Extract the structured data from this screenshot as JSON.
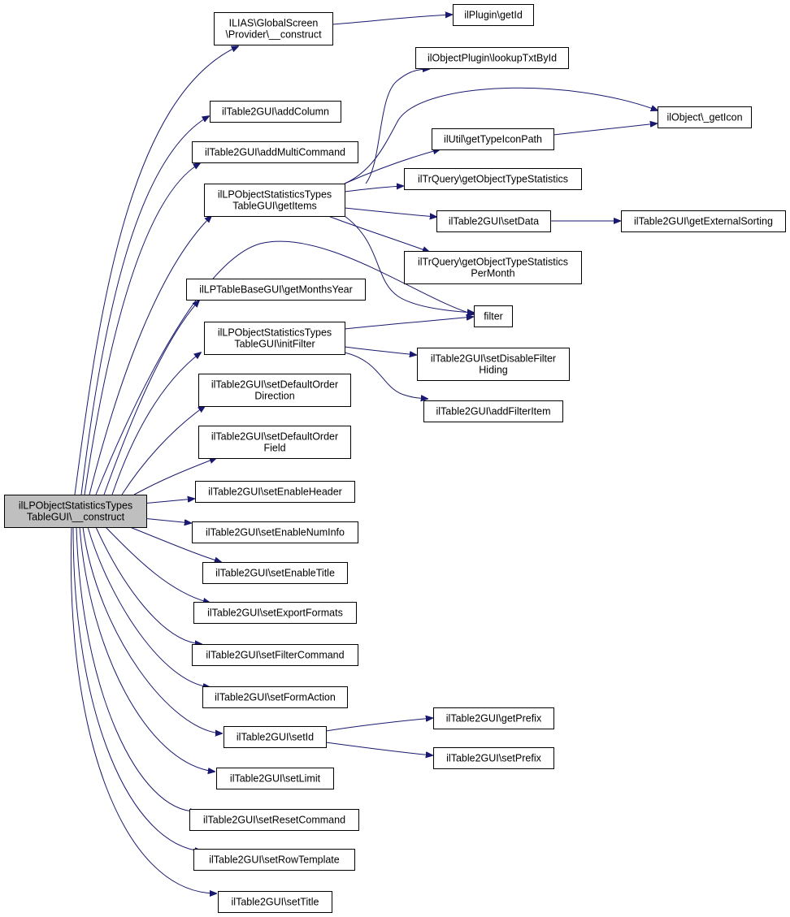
{
  "nodes": [
    {
      "id": "root",
      "lines": [
        "ilLPObjectStatisticsTypes",
        "TableGUI\\__construct"
      ],
      "root": true
    },
    {
      "id": "gs",
      "lines": [
        "ILIAS\\GlobalScreen",
        "\\Provider\\__construct"
      ]
    },
    {
      "id": "plugin",
      "lines": [
        "ilPlugin\\getId"
      ]
    },
    {
      "id": "lookup",
      "lines": [
        "ilObjectPlugin\\lookupTxtById"
      ]
    },
    {
      "id": "geticon",
      "lines": [
        "ilObject\\_getIcon"
      ]
    },
    {
      "id": "addcol",
      "lines": [
        "ilTable2GUI\\addColumn"
      ]
    },
    {
      "id": "addmulti",
      "lines": [
        "ilTable2GUI\\addMultiCommand"
      ]
    },
    {
      "id": "util",
      "lines": [
        "ilUtil\\getTypeIconPath"
      ]
    },
    {
      "id": "getitems",
      "lines": [
        "ilLPObjectStatisticsTypes",
        "TableGUI\\getItems"
      ]
    },
    {
      "id": "trq",
      "lines": [
        "ilTrQuery\\getObjectTypeStatistics"
      ]
    },
    {
      "id": "setdata",
      "lines": [
        "ilTable2GUI\\setData"
      ]
    },
    {
      "id": "extsort",
      "lines": [
        "ilTable2GUI\\getExternalSorting"
      ]
    },
    {
      "id": "trqpm",
      "lines": [
        "ilTrQuery\\getObjectTypeStatistics",
        "PerMonth"
      ]
    },
    {
      "id": "months",
      "lines": [
        "ilLPTableBaseGUI\\getMonthsYear"
      ]
    },
    {
      "id": "filter",
      "lines": [
        "filter"
      ]
    },
    {
      "id": "initfilter",
      "lines": [
        "ilLPObjectStatisticsTypes",
        "TableGUI\\initFilter"
      ]
    },
    {
      "id": "disfilter",
      "lines": [
        "ilTable2GUI\\setDisableFilter",
        "Hiding"
      ]
    },
    {
      "id": "addfilter",
      "lines": [
        "ilTable2GUI\\addFilterItem"
      ]
    },
    {
      "id": "defdir",
      "lines": [
        "ilTable2GUI\\setDefaultOrder",
        "Direction"
      ]
    },
    {
      "id": "deffield",
      "lines": [
        "ilTable2GUI\\setDefaultOrder",
        "Field"
      ]
    },
    {
      "id": "header",
      "lines": [
        "ilTable2GUI\\setEnableHeader"
      ]
    },
    {
      "id": "numinfo",
      "lines": [
        "ilTable2GUI\\setEnableNumInfo"
      ]
    },
    {
      "id": "title",
      "lines": [
        "ilTable2GUI\\setEnableTitle"
      ]
    },
    {
      "id": "export",
      "lines": [
        "ilTable2GUI\\setExportFormats"
      ]
    },
    {
      "id": "filtercmd",
      "lines": [
        "ilTable2GUI\\setFilterCommand"
      ]
    },
    {
      "id": "formaction",
      "lines": [
        "ilTable2GUI\\setFormAction"
      ]
    },
    {
      "id": "setid",
      "lines": [
        "ilTable2GUI\\setId"
      ]
    },
    {
      "id": "getprefix",
      "lines": [
        "ilTable2GUI\\getPrefix"
      ]
    },
    {
      "id": "setprefix",
      "lines": [
        "ilTable2GUI\\setPrefix"
      ]
    },
    {
      "id": "limit",
      "lines": [
        "ilTable2GUI\\setLimit"
      ]
    },
    {
      "id": "reset",
      "lines": [
        "ilTable2GUI\\setResetCommand"
      ]
    },
    {
      "id": "rowtpl",
      "lines": [
        "ilTable2GUI\\setRowTemplate"
      ]
    },
    {
      "id": "settitle",
      "lines": [
        "ilTable2GUI\\setTitle"
      ]
    }
  ],
  "edges": [
    [
      "root",
      "gs"
    ],
    [
      "gs",
      "plugin"
    ],
    [
      "root",
      "addcol"
    ],
    [
      "root",
      "addmulti"
    ],
    [
      "root",
      "getitems"
    ],
    [
      "getitems",
      "lookup"
    ],
    [
      "getitems",
      "geticon"
    ],
    [
      "getitems",
      "util"
    ],
    [
      "getitems",
      "trq"
    ],
    [
      "getitems",
      "setdata"
    ],
    [
      "getitems",
      "trqpm"
    ],
    [
      "getitems",
      "filter"
    ],
    [
      "util",
      "geticon"
    ],
    [
      "setdata",
      "extsort"
    ],
    [
      "root",
      "filter"
    ],
    [
      "root",
      "months"
    ],
    [
      "root",
      "initfilter"
    ],
    [
      "initfilter",
      "filter"
    ],
    [
      "initfilter",
      "disfilter"
    ],
    [
      "initfilter",
      "addfilter"
    ],
    [
      "root",
      "defdir"
    ],
    [
      "root",
      "deffield"
    ],
    [
      "root",
      "header"
    ],
    [
      "root",
      "numinfo"
    ],
    [
      "root",
      "title"
    ],
    [
      "root",
      "export"
    ],
    [
      "root",
      "filtercmd"
    ],
    [
      "root",
      "formaction"
    ],
    [
      "root",
      "setid"
    ],
    [
      "setid",
      "getprefix"
    ],
    [
      "setid",
      "setprefix"
    ],
    [
      "root",
      "limit"
    ],
    [
      "root",
      "reset"
    ],
    [
      "root",
      "rowtpl"
    ],
    [
      "root",
      "settitle"
    ]
  ]
}
